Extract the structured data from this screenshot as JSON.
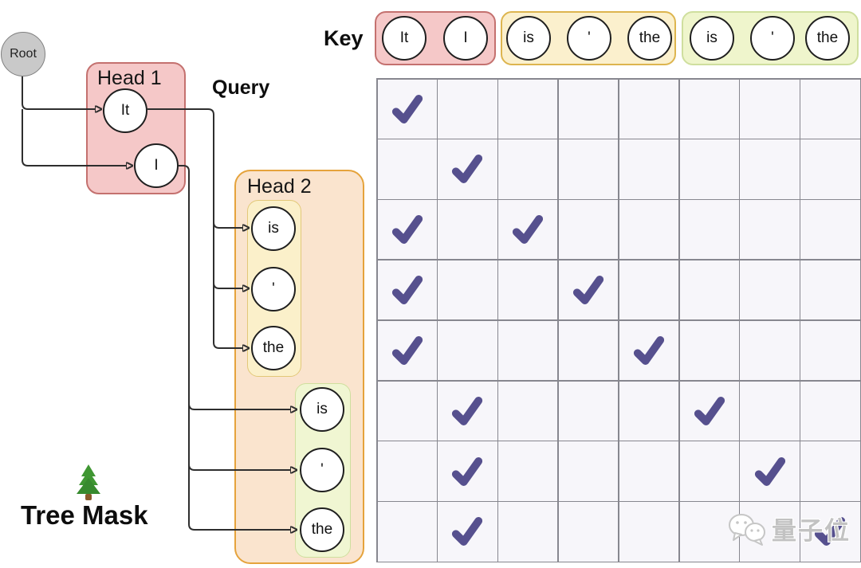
{
  "labels": {
    "key": "Key",
    "query": "Query",
    "root": "Root",
    "head1": "Head 1",
    "head2": "Head 2",
    "tree_mask": "Tree Mask"
  },
  "tree": {
    "head1_tokens": [
      "It",
      "I"
    ],
    "head2_group1_tokens": [
      "is",
      "'",
      "the"
    ],
    "head2_group2_tokens": [
      "is",
      "'",
      "the"
    ]
  },
  "key_row": {
    "groups": [
      {
        "name": "head1-keys",
        "tokens": [
          "It",
          "I"
        ]
      },
      {
        "name": "head2-group1-keys",
        "tokens": [
          "is",
          "'",
          "the"
        ]
      },
      {
        "name": "head2-group2-keys",
        "tokens": [
          "is",
          "'",
          "the"
        ]
      }
    ]
  },
  "mask_grid": {
    "rows": 8,
    "cols": 8,
    "checked_cells": [
      [
        1,
        1
      ],
      [
        2,
        2
      ],
      [
        3,
        1
      ],
      [
        3,
        3
      ],
      [
        4,
        1
      ],
      [
        4,
        4
      ],
      [
        5,
        1
      ],
      [
        5,
        5
      ],
      [
        6,
        2
      ],
      [
        6,
        6
      ],
      [
        7,
        2
      ],
      [
        7,
        7
      ],
      [
        8,
        2
      ],
      [
        8,
        8
      ]
    ]
  },
  "watermark": {
    "text": "量子位",
    "icon": "wechat-icon"
  },
  "colors": {
    "check": "#56508E",
    "pink_fill": "#F5C8C8",
    "pink_border": "#C4716F",
    "peach_fill": "#FAE4CE",
    "peach_border": "#E5A33C",
    "yellow_fill": "#FBF0CA",
    "yellow_border": "#E2C878",
    "green_fill": "#F0F6D2",
    "green_border": "#CFDF9E",
    "grid_line": "#87878F",
    "cell_fill": "#F7F6FA",
    "line": "#2E2E2E"
  }
}
